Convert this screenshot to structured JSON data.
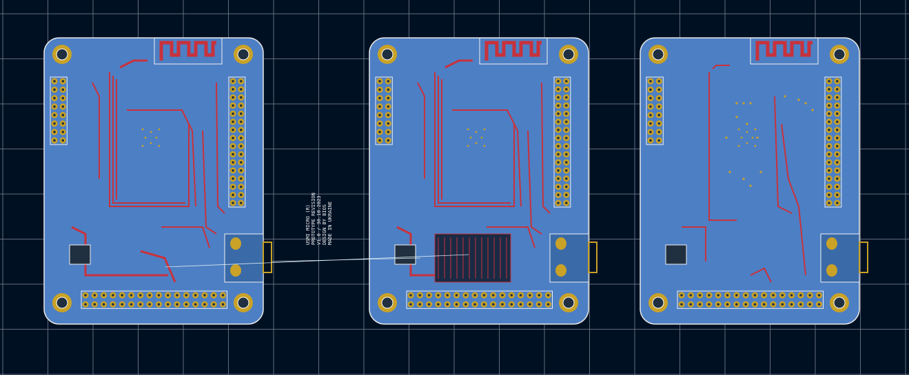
{
  "colors": {
    "background": "#001023",
    "grid": "#7f8a9a",
    "board_outline": "#e8e8e8",
    "board_fill": "#4d7fc4",
    "copper_trace": "#c8323c",
    "pad": "#c9a227",
    "pad_hole": "#203040",
    "silkscreen": "#f2f2f2"
  },
  "silkscreen_text": {
    "line1": "USMI MICRO (R)",
    "line2": "PROTOTYPE REVISION",
    "line3": "V1.0 / 30.10.2023",
    "line4": "DESIGN BY BIOS",
    "line5": "MADE IN UKRAINE"
  },
  "boards": [
    {
      "name": "board-left-combined"
    },
    {
      "name": "board-middle-top-copper"
    },
    {
      "name": "board-right-bottom-copper"
    }
  ]
}
